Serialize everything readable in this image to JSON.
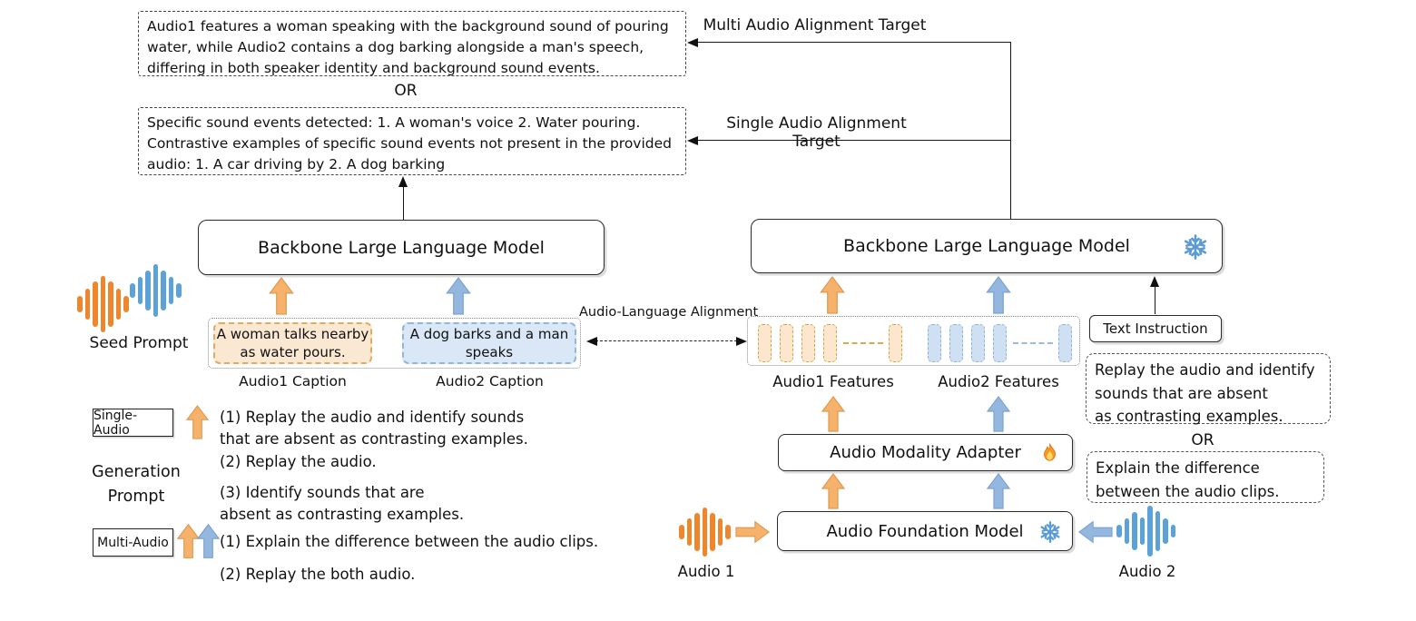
{
  "targets": {
    "multi_box_text": "Audio1 features a woman speaking with the background sound of pouring\nwater, while Audio2 contains a dog barking alongside a man's speech,\ndiffering in both speaker identity and background sound events.",
    "or_label": "OR",
    "single_box_text": "Specific sound events detected: 1. A woman's voice 2. Water pouring.\nContrastive examples of specific sound events not present in the provided\naudio: 1. A car driving by 2. A dog barking",
    "multi_arrow_label": "Multi Audio Alignment Target",
    "single_arrow_label": "Single Audio Alignment Target"
  },
  "models": {
    "left_llm_label": "Backbone Large Language Model",
    "right_llm_label": "Backbone Large Language Model",
    "adapter_label": "Audio Modality Adapter",
    "foundation_label": "Audio Foundation Model"
  },
  "seed": {
    "label": "Seed Prompt"
  },
  "captions": {
    "audio1_text": "A woman talks nearby\nas water pours.",
    "audio2_text": "A dog barks and a man\nspeaks",
    "audio1_label": "Audio1 Caption",
    "audio2_label": "Audio2 Caption"
  },
  "alignment": {
    "label": "Audio-Language Alignment"
  },
  "features": {
    "audio1_label": "Audio1 Features",
    "audio2_label": "Audio2 Features"
  },
  "instruction": {
    "box_label": "Text Instruction",
    "replay_text": "Replay the audio and identify\nsounds that are absent\nas contrasting examples.",
    "or_label": "OR",
    "explain_text": "Explain the difference\nbetween the audio clips."
  },
  "audio_inputs": {
    "audio1_label": "Audio 1",
    "audio2_label": "Audio 2"
  },
  "generation": {
    "heading": "Generation\nPrompt",
    "single_badge": "Single-Audio",
    "multi_badge": "Multi-Audio",
    "single_items": [
      "(1) Replay the audio and identify sounds\nthat are absent as contrasting examples.",
      "(2) Replay the audio.",
      "(3) Identify sounds that are\nabsent as contrasting examples."
    ],
    "multi_items": [
      "(1) Explain the difference between the audio clips.",
      "(2) Replay the both audio."
    ]
  },
  "icons": {
    "snowflake": "frozen-module",
    "fire": "trainable-module",
    "waveform": "audio-waveform"
  },
  "colors": {
    "orange_arrow": "#f6b26b",
    "blue_arrow": "#94b7df",
    "orange_wave": "#f0862b",
    "blue_wave": "#5aa2d8",
    "orange_fill": "#fbe8d2",
    "blue_fill": "#d9e7f6"
  }
}
